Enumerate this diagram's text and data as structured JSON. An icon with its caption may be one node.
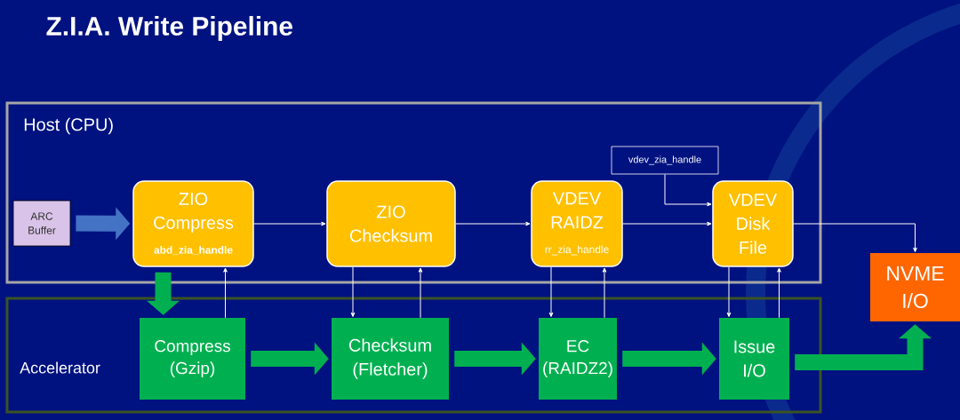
{
  "diagram": {
    "title": "Z.I.A. Write Pipeline",
    "nodes": [
      {
        "text": [
          "Host (CPU)"
        ]
      },
      {
        "text": [
          "Accelerator"
        ]
      },
      {
        "text": [
          "ARC Buffer"
        ],
        "in": 0
      },
      {
        "text": [
          "ZIO Compress",
          "abd_zia_handle"
        ],
        "in": 0
      },
      {
        "text": [
          "ZIO Checksum"
        ],
        "in": 0
      },
      {
        "text": [
          "VDEV RAIDZ",
          "rr_zia_handle"
        ],
        "in": 0
      },
      {
        "text": [
          "vdev_zia_handle"
        ],
        "in": 0
      },
      {
        "text": [
          "VDEV Disk File"
        ],
        "in": 0
      },
      {
        "text": [
          "NVME I/O"
        ]
      },
      {
        "text": [
          "Compress (Gzip)"
        ],
        "in": 1
      },
      {
        "text": [
          "Checksum (Fletcher)"
        ],
        "in": 1
      },
      {
        "text": [
          "EC (RAIDZ2)"
        ],
        "in": 1
      },
      {
        "text": [
          "Issue I/O"
        ],
        "in": 1
      }
    ],
    "edges": [
      {
        "from": 2,
        "to": 3,
        "arrow": "to",
        "style": "thick",
        "color": "#4472c4"
      },
      {
        "from": 3,
        "to": 4,
        "arrow": "to"
      },
      {
        "from": 4,
        "to": 5,
        "arrow": "to"
      },
      {
        "from": 5,
        "to": 7,
        "arrow": "to"
      },
      {
        "from": 6,
        "to": 7,
        "arrow": "to"
      },
      {
        "from": 7,
        "to": 8,
        "arrow": "to"
      },
      {
        "from": 3,
        "to": 9,
        "arrow": "to",
        "style": "thick",
        "color": "#00b050"
      },
      {
        "from": 9,
        "to": 3,
        "arrow": "to"
      },
      {
        "from": 4,
        "to": 10,
        "arrow": "to"
      },
      {
        "from": 10,
        "to": 4,
        "arrow": "to"
      },
      {
        "from": 5,
        "to": 11,
        "arrow": "to"
      },
      {
        "from": 11,
        "to": 5,
        "arrow": "to"
      },
      {
        "from": 7,
        "to": 12,
        "arrow": "to"
      },
      {
        "from": 12,
        "to": 7,
        "arrow": "to"
      },
      {
        "from": 9,
        "to": 10,
        "arrow": "to",
        "style": "thick",
        "color": "#00b050"
      },
      {
        "from": 10,
        "to": 11,
        "arrow": "to",
        "style": "thick",
        "color": "#00b050"
      },
      {
        "from": 11,
        "to": 12,
        "arrow": "to",
        "style": "thick",
        "color": "#00b050"
      },
      {
        "from": 12,
        "to": 8,
        "arrow": "to",
        "style": "thick",
        "color": "#00b050"
      }
    ]
  }
}
